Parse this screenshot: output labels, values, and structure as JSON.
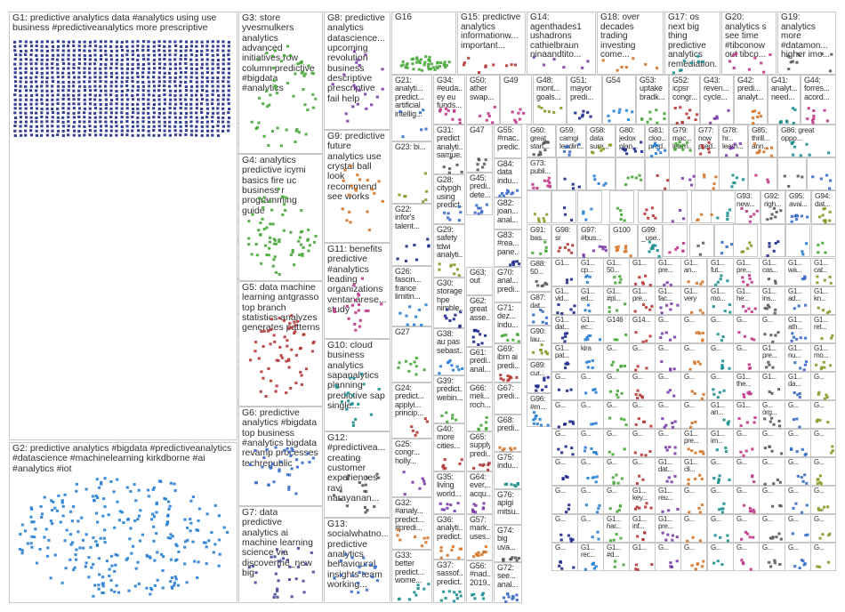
{
  "title": "NodeXL clustered network of #predictiveanalytics Twitter mentions",
  "colors": {
    "background": "#ffffff",
    "box_border": "#c8c8c8",
    "label": "#2e2e2e",
    "g1_nodes": "#1f2a8c",
    "g2_nodes": "#2a7fd4",
    "g3_nodes": "#4aa83c",
    "g5_nodes": "#b43a3a",
    "edge_green": "#6fbf6f",
    "edge_grey": "#9a9a9a"
  },
  "node_icon": "avatar-dot",
  "groups": [
    {
      "id": "G1",
      "label": "G1: predictive analytics data #analytics using use business #predictiveanalytics more prescriptive"
    },
    {
      "id": "G2",
      "label": "G2: predictive analytics #bigdata #predictiveanalytics #datascience #machinelearning kirkdborne #ai #analytics #iot"
    },
    {
      "id": "G3",
      "label": "G3: store yvesmulkers analytics advanced initiatives row column predictive #bigdata #analytics"
    },
    {
      "id": "G4",
      "label": "G4: analytics predictive icymi basics fire uc business r programming guide"
    },
    {
      "id": "G5",
      "label": "G5: data machine learning antgrasso top branch statistics analyzes generates patterns"
    },
    {
      "id": "G6",
      "label": "G6: predictive analytics #bigdata top business #analytics bigdata revamp processes techrepublic"
    },
    {
      "id": "G7",
      "label": "G7: data predictive analytics ai machine learning science via discoverthe_new big"
    },
    {
      "id": "G8",
      "label": "G8: predictive analytics datascience... upcoming revolution business descriptive prescriptive fail help"
    },
    {
      "id": "G9",
      "label": "G9: predictive future analytics use crystal ball look recommend see works"
    },
    {
      "id": "G10",
      "label": "G10: cloud business analytics sapanalytics planning predictive sap single..."
    },
    {
      "id": "G11",
      "label": "G11: benefits predictive #analytics leading organizations ventanarese... study"
    },
    {
      "id": "G12",
      "label": "G12: #predictivea... creating customer experiences ravi narayanan..."
    },
    {
      "id": "G13",
      "label": "G13: socialwhatno... predictive analytics behavioural insights team working..."
    },
    {
      "id": "G14",
      "label": "G14: agenthades1 ushadrons cathielbraun ninaandtito..."
    },
    {
      "id": "G15",
      "label": "G15: predictive analytics informationw... important..."
    },
    {
      "id": "G16",
      "label": "G16"
    },
    {
      "id": "G17",
      "label": "G17: os next big thing predictive analytics remediation..."
    },
    {
      "id": "G18",
      "label": "G18: over decades trading investing come..."
    },
    {
      "id": "G19",
      "label": "G19: analytics more #datamon... higher imo..."
    },
    {
      "id": "G20",
      "label": "G20: analytics s see time #tibconow out tibco..."
    },
    {
      "id": "G21",
      "label": "G21: analyti... predict... artificial intellig..."
    },
    {
      "id": "G22",
      "label": "G22: infor's talent..."
    },
    {
      "id": "G23",
      "label": "G23: bi..."
    },
    {
      "id": "G24",
      "label": "G24: predict... applyi... princip..."
    },
    {
      "id": "G25",
      "label": "G25: congr... holly..."
    },
    {
      "id": "G26",
      "label": "G26: fascin... france limitin..."
    },
    {
      "id": "G27",
      "label": "G27"
    },
    {
      "id": "G28",
      "label": "G28: citypgh using predict..."
    },
    {
      "id": "G29",
      "label": "G29: safety tdwi analyti..."
    },
    {
      "id": "G30",
      "label": "G30: storage hpe nimble..."
    },
    {
      "id": "G31",
      "label": "G31: predict analyti... samue..."
    },
    {
      "id": "G32",
      "label": "G32: #analy... predict... #predi..."
    },
    {
      "id": "G33",
      "label": "G33: better predict... wome..."
    },
    {
      "id": "G34",
      "label": "G34: #euda... ey eu funds..."
    },
    {
      "id": "G35",
      "label": "G35: living world..."
    },
    {
      "id": "G36",
      "label": "G36: analyti... predict..."
    },
    {
      "id": "G37",
      "label": "G37: sassof... predict..."
    },
    {
      "id": "G38",
      "label": "G38: au pas sebast..."
    },
    {
      "id": "G39",
      "label": "G39: predict... webin..."
    },
    {
      "id": "G40",
      "label": "G40: more cities..."
    },
    {
      "id": "G41",
      "label": "G41: analyt... need..."
    },
    {
      "id": "G42",
      "label": "G42: predi... analyt..."
    },
    {
      "id": "G43",
      "label": "G43: reven... cycle..."
    },
    {
      "id": "G44",
      "label": "G44: forres... acord..."
    },
    {
      "id": "G45",
      "label": "G45: predi... dete..."
    },
    {
      "id": "G46",
      "label": "G46: meli... roch..."
    },
    {
      "id": "G47",
      "label": "G47"
    },
    {
      "id": "G48",
      "label": "G48: mont... goals..."
    },
    {
      "id": "G49",
      "label": "G49"
    },
    {
      "id": "G50",
      "label": "G50: ather swap..."
    },
    {
      "id": "G51",
      "label": "G51: mayor predi..."
    },
    {
      "id": "G52",
      "label": "G52: icpsr congr..."
    },
    {
      "id": "G53",
      "label": "G53: uptake bradk..."
    },
    {
      "id": "G54",
      "label": "G54"
    },
    {
      "id": "G55",
      "label": "G55: #mac... predic..."
    },
    {
      "id": "G56",
      "label": "G56: #nad... 2019..."
    },
    {
      "id": "G57",
      "label": "G57: mark... uses..."
    },
    {
      "id": "G58",
      "label": "G58: data sure..."
    },
    {
      "id": "G59",
      "label": "G59: camgi leadin..."
    },
    {
      "id": "G60",
      "label": "G60: great start..."
    },
    {
      "id": "G61",
      "label": "G61: predi... anal..."
    },
    {
      "id": "G62",
      "label": "G62: great asse..."
    },
    {
      "id": "G63",
      "label": "G63: out"
    },
    {
      "id": "G64",
      "label": "G64: ever... acqu..."
    },
    {
      "id": "G65",
      "label": "G65: supply predi..."
    },
    {
      "id": "G66",
      "label": "G66: meli... roch..."
    },
    {
      "id": "G67",
      "label": "G67: predi..."
    },
    {
      "id": "G68",
      "label": "G68: predi..."
    },
    {
      "id": "G69",
      "label": "G69: ibm ai predi..."
    },
    {
      "id": "G70",
      "label": "G70: anal... predi..."
    },
    {
      "id": "G71",
      "label": "G71: dez... indu..."
    },
    {
      "id": "G72",
      "label": "G72: see... anal..."
    },
    {
      "id": "G73",
      "label": "G73: publi..."
    },
    {
      "id": "G74",
      "label": "G74: big uva..."
    },
    {
      "id": "G75",
      "label": "G75: indu..."
    },
    {
      "id": "G76",
      "label": "G76: apigi mitsu..."
    },
    {
      "id": "G77",
      "label": "G77: now pred..."
    },
    {
      "id": "G78",
      "label": "G78: hr... learn..."
    },
    {
      "id": "G79",
      "label": "G79: mac... learn..."
    },
    {
      "id": "G80",
      "label": "G80: jedox plan..."
    },
    {
      "id": "G81",
      "label": "G81: cloo... pred..."
    },
    {
      "id": "G82",
      "label": "G82: joan... anal..."
    },
    {
      "id": "G83",
      "label": "G83: #rea... pane..."
    },
    {
      "id": "G84",
      "label": "G84: data indu..."
    },
    {
      "id": "G85",
      "label": "G85: thrill... ann..."
    },
    {
      "id": "G86",
      "label": "G86: great oppo..."
    },
    {
      "id": "G87",
      "label": "G87: dat..."
    },
    {
      "id": "G88",
      "label": "G88: 50..."
    },
    {
      "id": "G89",
      "label": "G89: cur..."
    },
    {
      "id": "G90",
      "label": "G90: lau..."
    },
    {
      "id": "G91",
      "label": "G91: bas..."
    },
    {
      "id": "G92",
      "label": "G92: righ..."
    },
    {
      "id": "G93",
      "label": "G93: new..."
    },
    {
      "id": "G94",
      "label": "G94: dat..."
    },
    {
      "id": "G95",
      "label": "G95: avai..."
    },
    {
      "id": "G96",
      "label": "G96: #m..."
    },
    {
      "id": "G97",
      "label": "G97: #bus..."
    },
    {
      "id": "G98",
      "label": "G98: sr"
    },
    {
      "id": "G99",
      "label": "G99: _use..."
    },
    {
      "id": "G100",
      "label": "G100"
    }
  ],
  "small_tiles": [
    "G1...",
    "G1... cp...",
    "G1... 50...",
    "G1...",
    "G1... pre...",
    "G1... an...",
    "G1... fut...",
    "G1... pre...",
    "G1... cas...",
    "G1... wa...",
    "G1... cat...",
    "G1... vid...",
    "G1... ed...",
    "G1... #pl...",
    "G1... pre...",
    "G1... fac...",
    "G1... very",
    "G1... mo...",
    "G1... he...",
    "G1... ins...",
    "G1... ad...",
    "G1... kn...",
    "G1... dat...",
    "G1... ec...",
    "G146",
    "G14...",
    "G...",
    "G...",
    "G...",
    "G...",
    "G...",
    "G1... ath...",
    "G1... ret...",
    "G1... pat...",
    "kira",
    "G...",
    "G...",
    "G...",
    "G...",
    "G...",
    "G...",
    "G1... pre...",
    "G1... nu...",
    "G1... mo...",
    "G...",
    "G...",
    "G...",
    "G...",
    "G...",
    "G...",
    "G...",
    "G1... the...",
    "G1...",
    "G1... da...",
    "G...",
    "G...",
    "G...",
    "G...",
    "G...",
    "G...",
    "G...",
    "G1... an...",
    "G1...",
    "G... org...",
    "G...",
    "G...",
    "G...",
    "G...",
    "G...",
    "G...",
    "G...",
    "G1... pre...",
    "G1... im...",
    "G...",
    "G...",
    "G...",
    "G...",
    "G...",
    "G...",
    "G...",
    "G...",
    "G1... dat...",
    "G1... cli...",
    "G...",
    "G...",
    "G...",
    "G...",
    "G...",
    "G...",
    "G...",
    "G...",
    "G1... key...",
    "G1... reu...",
    "G...",
    "G...",
    "G...",
    "G...",
    "G...",
    "G...",
    "G...",
    "G...",
    "G1... har...",
    "G1... inf...",
    "G1... pre...",
    "G...",
    "G...",
    "G...",
    "G...",
    "G...",
    "G...",
    "G...",
    "G1... rec...",
    "G1... #d...",
    "G1...",
    "G...",
    "G...",
    "G...",
    "G...",
    "G...",
    "G...",
    "G..."
  ]
}
